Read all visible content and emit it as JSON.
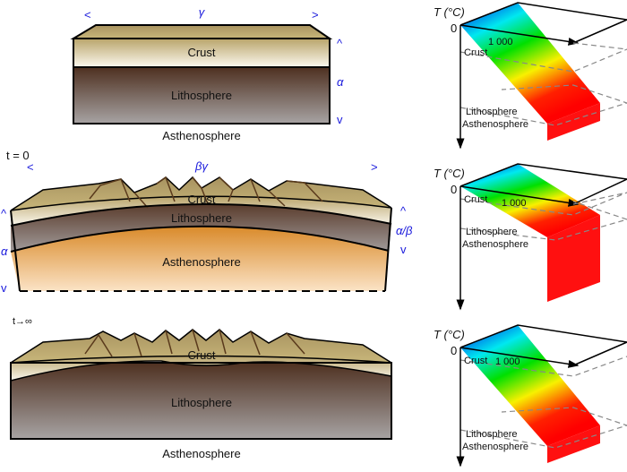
{
  "panels": [
    {
      "time_label": "",
      "width_label": "γ",
      "thickness_label": "α",
      "layers": {
        "crust": "Crust",
        "lithosphere": "Lithosphere",
        "asthenosphere": "Asthenosphere"
      }
    },
    {
      "time_label": "t = 0",
      "width_label": "βγ",
      "thickness_label": "α",
      "thickness_label_right": "α/β",
      "layers": {
        "crust": "Crust",
        "lithosphere": "Lithosphere",
        "asthenosphere": "Asthenosphere"
      }
    },
    {
      "time_label": "t→∞",
      "layers": {
        "crust": "Crust",
        "lithosphere": "Lithosphere",
        "asthenosphere": "Asthenosphere"
      }
    }
  ],
  "geotherms": [
    {
      "axis_label": "T (°C)",
      "zero": "0",
      "tick": "1 000",
      "crust": "Crust",
      "lithosphere": "Lithosphere",
      "asthenosphere": "Asthenosphere"
    },
    {
      "axis_label": "T (°C)",
      "zero": "0",
      "tick": "1 000",
      "crust": "Crust",
      "lithosphere": "Lithosphere",
      "asthenosphere": "Asthenosphere"
    },
    {
      "axis_label": "T (°C)",
      "zero": "0",
      "tick": "1 000",
      "crust": "Crust",
      "lithosphere": "Lithosphere",
      "asthenosphere": "Asthenosphere"
    }
  ],
  "colors": {
    "arrow": "#1a1adc",
    "crust": "#c8b67a",
    "lithosphere": "#5a3a26",
    "asthenosphere": "#e09a3c"
  }
}
